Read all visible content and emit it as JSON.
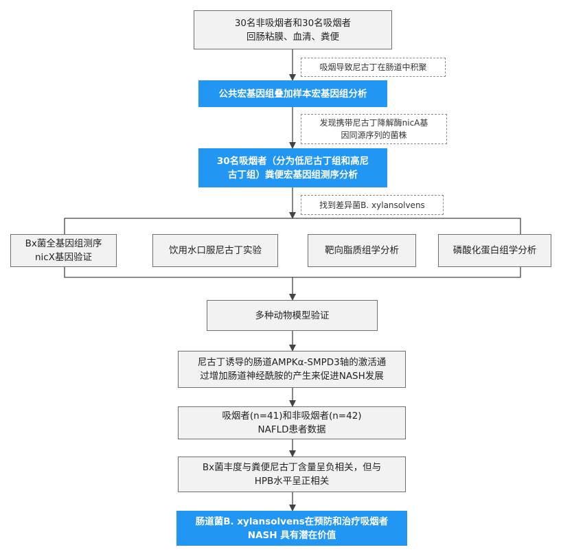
{
  "diagram": {
    "start": {
      "line1": "30名非吸烟者和30名吸烟者",
      "line2": "回肠粘膜、血清、粪便"
    },
    "note1": {
      "line1": "吸烟导致尼古丁在肠道中积聚"
    },
    "step1": {
      "line1": "公共宏基因组叠加样本宏基因组分析"
    },
    "note2": {
      "line1": "发现携带尼古丁降解酶nicA基",
      "line2": "因同源序列的菌株"
    },
    "step2": {
      "line1": "30名吸烟者（分为低尼古丁组和高尼",
      "line2": "古丁组）粪便宏基因组测序分析"
    },
    "note3": {
      "line1": "找到差异菌B. xylansolvens"
    },
    "branches": [
      {
        "line1": "Bx菌全基因组测序",
        "line2": "nicX基因验证"
      },
      {
        "line1": "饮用水口服尼古丁实验"
      },
      {
        "line1": "靶向脂质组学分析"
      },
      {
        "line1": "磷酸化蛋白组学分析"
      }
    ],
    "step3": {
      "line1": "多种动物模型验证"
    },
    "step4": {
      "line1": "尼古丁诱导的肠道AMPKα-SMPD3轴的激活通",
      "line2": "过增加肠道神经酰胺的产生来促进NASH发展"
    },
    "step5": {
      "line1": "吸烟者(n=41)和非吸烟者(n=42)",
      "line2": "NAFLD患者数据"
    },
    "step6": {
      "line1": "Bx菌丰度与粪便尼古丁含量呈负相关，但与",
      "line2": "HPB水平呈正相关"
    },
    "conclusion": {
      "line1": "肠道菌B. xylansolvens在预防和治疗吸烟者",
      "line2": "NASH 具有潜在价值"
    }
  },
  "colors": {
    "accent": "#2196f3",
    "box_fill": "#f2f2f2",
    "border": "#6e6e6e",
    "arrow": "#444444"
  }
}
